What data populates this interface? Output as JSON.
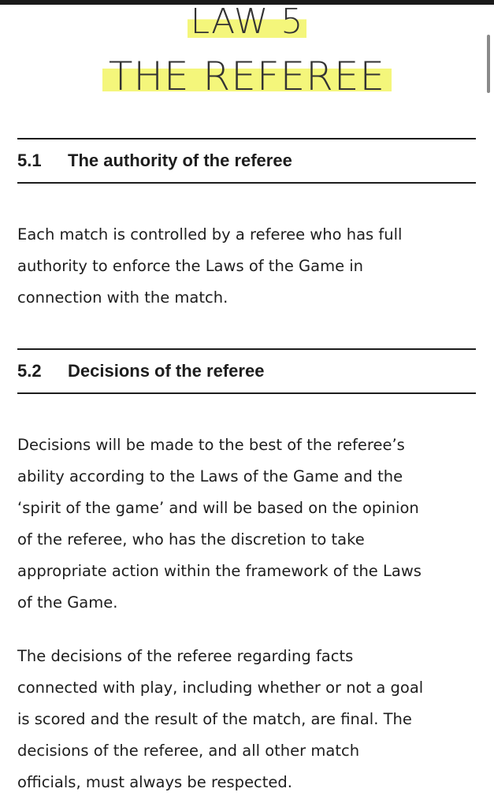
{
  "title": {
    "line1": "LAW 5",
    "line2": "THE REFEREE"
  },
  "sections": [
    {
      "number": "5.1",
      "heading": "The authority of the referee",
      "paragraphs": [
        [
          "Each match is controlled by a referee who has full",
          "authority to enforce the Laws of the Game in",
          "connection with the match."
        ]
      ]
    },
    {
      "number": "5.2",
      "heading": "Decisions of the referee",
      "paragraphs": [
        [
          "Decisions will be made to the best of the referee’s",
          "ability according to the Laws of the Game and the",
          "‘spirit of the game’ and will be based on the opinion",
          "of the referee, who has the discretion to take",
          "appropriate action within the framework of the Laws",
          "of the Game."
        ],
        [
          "The decisions of the referee regarding facts",
          "connected with play, including whether or not a goal",
          "is scored and the result of the match, are final. The",
          "decisions of the referee, and all other match",
          "officials, must always be respected."
        ]
      ]
    }
  ]
}
